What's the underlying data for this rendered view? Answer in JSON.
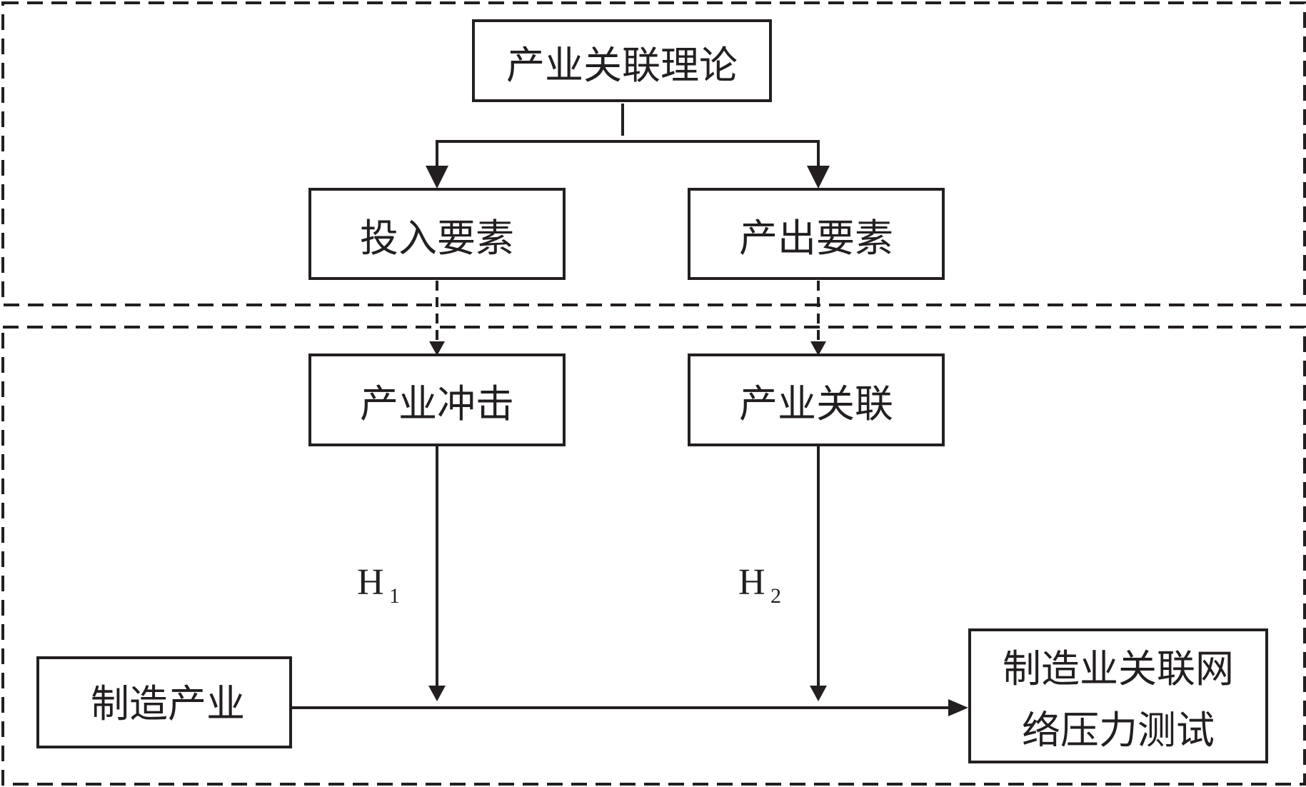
{
  "diagram": {
    "nodes": {
      "theory": "产业关联理论",
      "input_factor": "投入要素",
      "output_factor": "产出要素",
      "industry_shock": "产业冲击",
      "industry_linkage": "产业关联",
      "manufacturing": "制造产业",
      "stress_test_line1": "制造业关联网",
      "stress_test_line2": "络压力测试"
    },
    "hypotheses": {
      "h1": {
        "letter": "H",
        "sub": "1"
      },
      "h2": {
        "letter": "H",
        "sub": "2"
      }
    },
    "colors": {
      "line": "#231f20",
      "background": "#ffffff"
    }
  }
}
